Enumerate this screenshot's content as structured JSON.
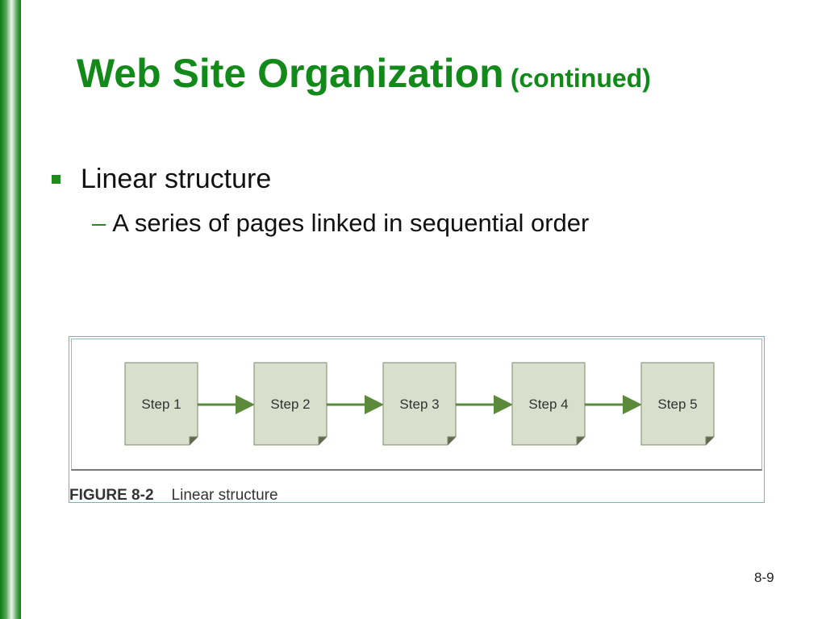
{
  "slide": {
    "title": "Web Site Organization",
    "title_suffix": "(continued)",
    "bullets": [
      {
        "text": "Linear structure",
        "sub": [
          "A series of pages linked in sequential order"
        ]
      }
    ],
    "sub_bullet_marker": "–",
    "page_number": "8-9"
  },
  "figure": {
    "label": "FIGURE 8-2",
    "caption": "Linear structure",
    "steps": [
      "Step 1",
      "Step 2",
      "Step 3",
      "Step 4",
      "Step 5"
    ]
  },
  "colors": {
    "title": "#118a1a",
    "bullet": "#1f8c1f",
    "page_fill": "#d9dfcc",
    "page_stroke": "#7a8a6a",
    "arrow": "#5c8a3c"
  }
}
